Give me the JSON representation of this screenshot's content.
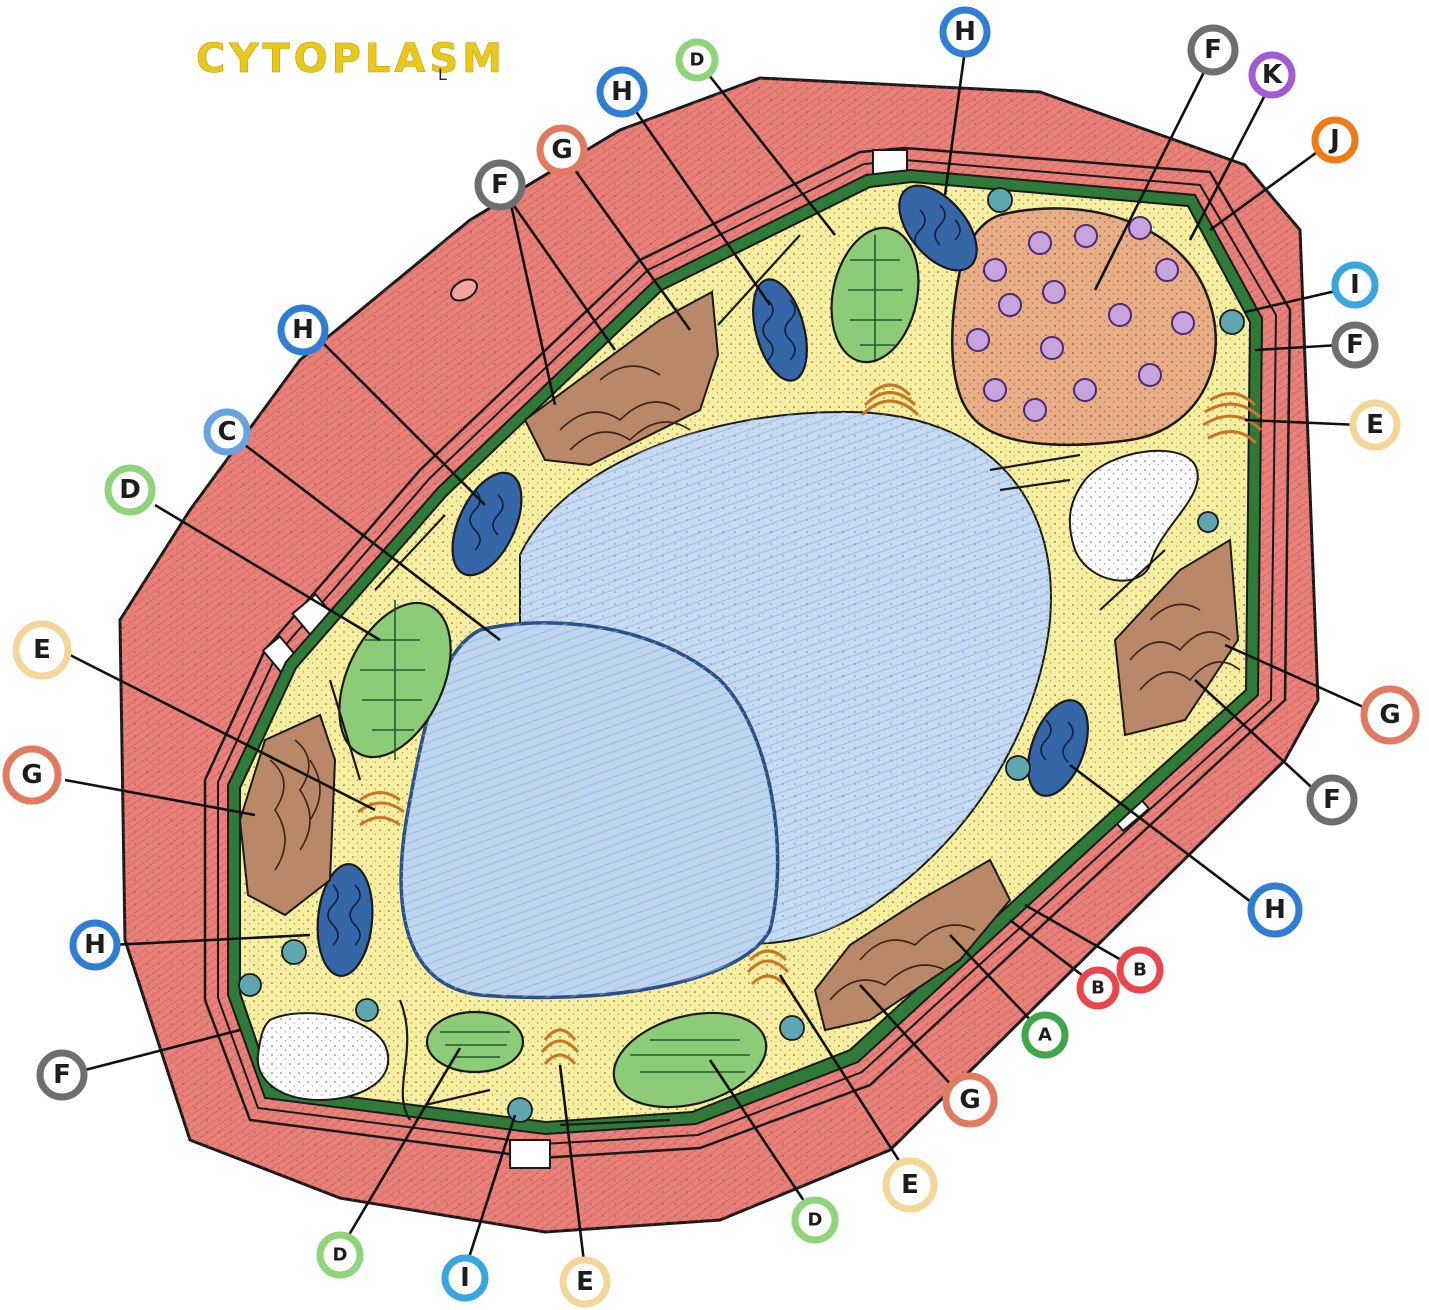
{
  "title": "CYTOPLASM",
  "label_colors": {
    "A": "#3fa64a",
    "B": "#e8474d",
    "C": "#6aa4e0",
    "D": "#8dd47a",
    "E": "#f3d79a",
    "F": "#6e6e6e",
    "G": "#e07a60",
    "H": "#2f7ed3",
    "I": "#39a6e0",
    "J": "#f07a16",
    "K": "#a35ad3"
  },
  "labels": [
    {
      "id": "H",
      "text": "H"
    },
    {
      "id": "D",
      "text": "D"
    },
    {
      "id": "H",
      "text": "H"
    },
    {
      "id": "G",
      "text": "G"
    },
    {
      "id": "F",
      "text": "F"
    },
    {
      "id": "F",
      "text": "F"
    },
    {
      "id": "K",
      "text": "K"
    },
    {
      "id": "J",
      "text": "J"
    },
    {
      "id": "I",
      "text": "I"
    },
    {
      "id": "F",
      "text": "F"
    },
    {
      "id": "E",
      "text": "E"
    },
    {
      "id": "H",
      "text": "H"
    },
    {
      "id": "C",
      "text": "C"
    },
    {
      "id": "D",
      "text": "D"
    },
    {
      "id": "E",
      "text": "E"
    },
    {
      "id": "G",
      "text": "G"
    },
    {
      "id": "G",
      "text": "G"
    },
    {
      "id": "F",
      "text": "F"
    },
    {
      "id": "H",
      "text": "H"
    },
    {
      "id": "H",
      "text": "H"
    },
    {
      "id": "B",
      "text": "B"
    },
    {
      "id": "B",
      "text": "B"
    },
    {
      "id": "A",
      "text": "A"
    },
    {
      "id": "F",
      "text": "F"
    },
    {
      "id": "G",
      "text": "G"
    },
    {
      "id": "E",
      "text": "E"
    },
    {
      "id": "D",
      "text": "D"
    },
    {
      "id": "D",
      "text": "D"
    },
    {
      "id": "I",
      "text": "I"
    },
    {
      "id": "E",
      "text": "E"
    }
  ],
  "colors": {
    "cell_wall": "#e8817a",
    "cell_wall_dark": "#d9625e",
    "membrane": "#2f7a38",
    "cytoplasm": "#f7ef9f",
    "vacuole": "#c6daf1",
    "nucleus": "#e9ad86",
    "nucleolus": "#c7a4dd",
    "chloroplast": "#8ccb78",
    "mitochondria": "#3566a8",
    "er": "#b98868",
    "golgi": "#d98a3e"
  }
}
